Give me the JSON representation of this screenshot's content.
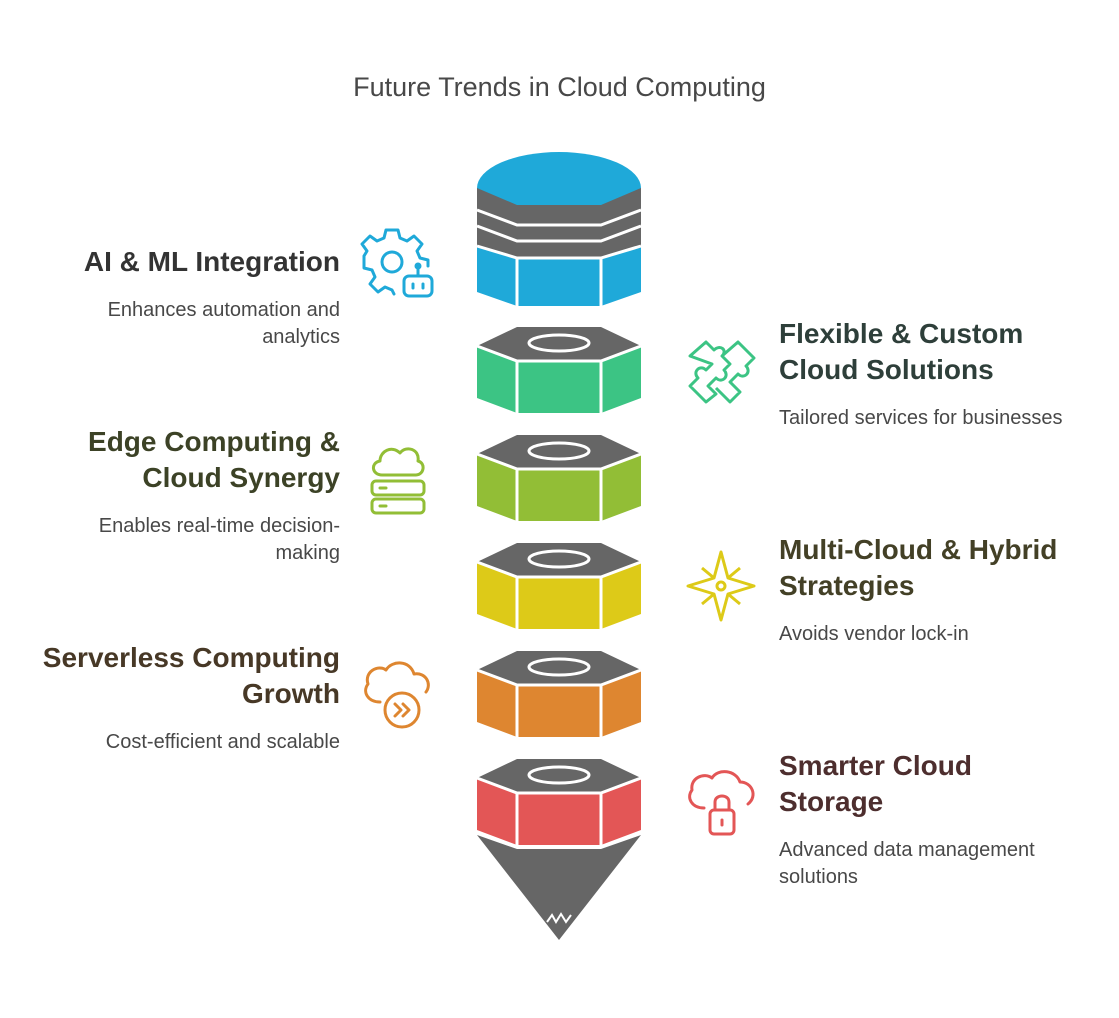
{
  "title": "Future Trends in Cloud Computing",
  "colors": {
    "tier_dark": "#666666",
    "ai_ml": "#1fa9d9",
    "flexible": "#3cc484",
    "edge": "#92be36",
    "multi_cloud": "#ddca18",
    "serverless": "#de8630",
    "storage": "#e35656"
  },
  "items": [
    {
      "heading": "AI & ML Integration",
      "description": "Enhances automation and analytics",
      "icon": "gear-robot-icon"
    },
    {
      "heading": "Flexible & Custom Cloud Solutions",
      "description": "Tailored services for businesses",
      "icon": "puzzle-icon"
    },
    {
      "heading": "Edge Computing & Cloud Synergy",
      "description": "Enables real-time decision-making",
      "icon": "cloud-server-icon"
    },
    {
      "heading": "Multi-Cloud & Hybrid Strategies",
      "description": "Avoids vendor lock-in",
      "icon": "compass-star-icon"
    },
    {
      "heading": "Serverless Computing Growth",
      "description": "Cost-efficient and scalable",
      "icon": "cloud-forward-icon"
    },
    {
      "heading": "Smarter Cloud Storage",
      "description": "Advanced data management solutions",
      "icon": "cloud-lock-icon"
    }
  ]
}
